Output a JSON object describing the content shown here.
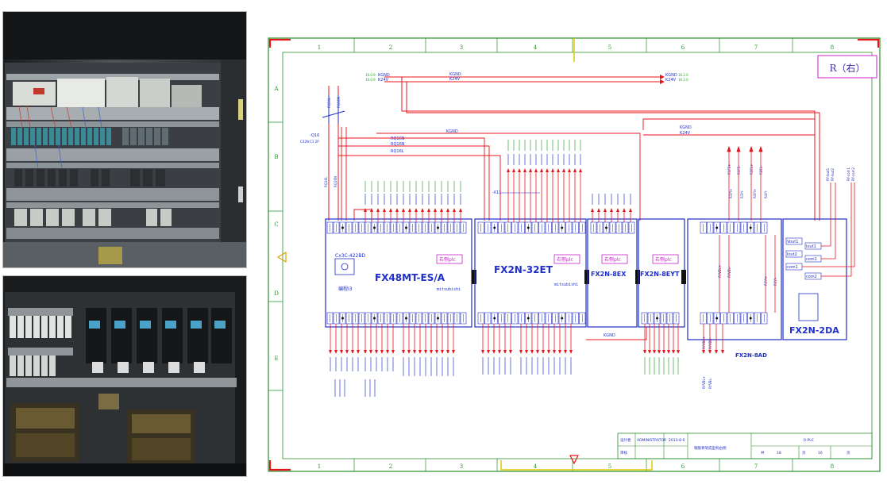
{
  "sheet": {
    "column_numbers": [
      "1",
      "2",
      "3",
      "4",
      "5",
      "6",
      "7",
      "8"
    ],
    "row_letters": [
      "A",
      "B",
      "C",
      "D",
      "E"
    ],
    "side_label": "R（右）"
  },
  "nets": {
    "kgnd": "KGND",
    "k24v": "K24V",
    "rq16l": "RQ16L",
    "rq16n": "RQ16N",
    "breaker_label": "-Q16",
    "breaker_spec": "C32N C1 2P",
    "in_ref_left": "16.0.9",
    "in_ref_left2": "16.0.9",
    "out_ref_right": "16.2.0",
    "out_ref_right2": "16.2.0",
    "bus_marker": "-X11"
  },
  "modules": {
    "fx48": {
      "name": "FX48MT-ES/A",
      "brand": "mitsubishi",
      "comm": "Cx3C-422BD",
      "mode": "编程I3",
      "tag": "右侧plc"
    },
    "fx32": {
      "name": "FX2N-32ET",
      "brand": "mitsubishi",
      "tag": "右侧plc"
    },
    "fx8ex": {
      "name": "FX2N-8EX",
      "tag": "右侧plc"
    },
    "fx8eyt": {
      "name": "FX2N-8EYT",
      "tag": "右侧plc"
    },
    "fx8ad": {
      "name": "FX2N-8AD"
    },
    "fx2da": {
      "name": "FX2N-2DA",
      "pins": [
        "Vout1",
        "Iout1",
        "Iout2",
        "com1",
        "com2"
      ]
    }
  },
  "analog": {
    "rfe_labels": [
      "R1FE+",
      "R1FE-",
      "R2EL+",
      "R2EL-"
    ],
    "ryi_labels": [
      "R3YI+",
      "R3YI-",
      "R4YI+",
      "R4YI-"
    ],
    "ryo_labels": [
      "RYVBL+",
      "RYVBL-"
    ],
    "da_labels": [
      "RY-Iout1",
      "RY-Iout2",
      "RY-com1",
      "RY-com2"
    ]
  },
  "title_block": {
    "designer_label": "设计者",
    "designer": "ADMINISTRATOR",
    "date": "2013-8-6",
    "checker_label": "审核",
    "drawing_name": "钢筋骨架成型机右侧",
    "cabinet": "R-PLC",
    "sheet_label": "页",
    "sheet": "16",
    "total_label": "共",
    "total": "18"
  },
  "photos": {
    "top_icon": "control-cabinet-photo",
    "bottom_icon": "servo-cabinet-photo"
  },
  "colors": {
    "red": "#e8141c",
    "blue": "#1f2fc8",
    "green": "#28a428",
    "magenta": "#cc22cc",
    "yellow": "#e0c800",
    "frame": "#2a8f2a"
  }
}
